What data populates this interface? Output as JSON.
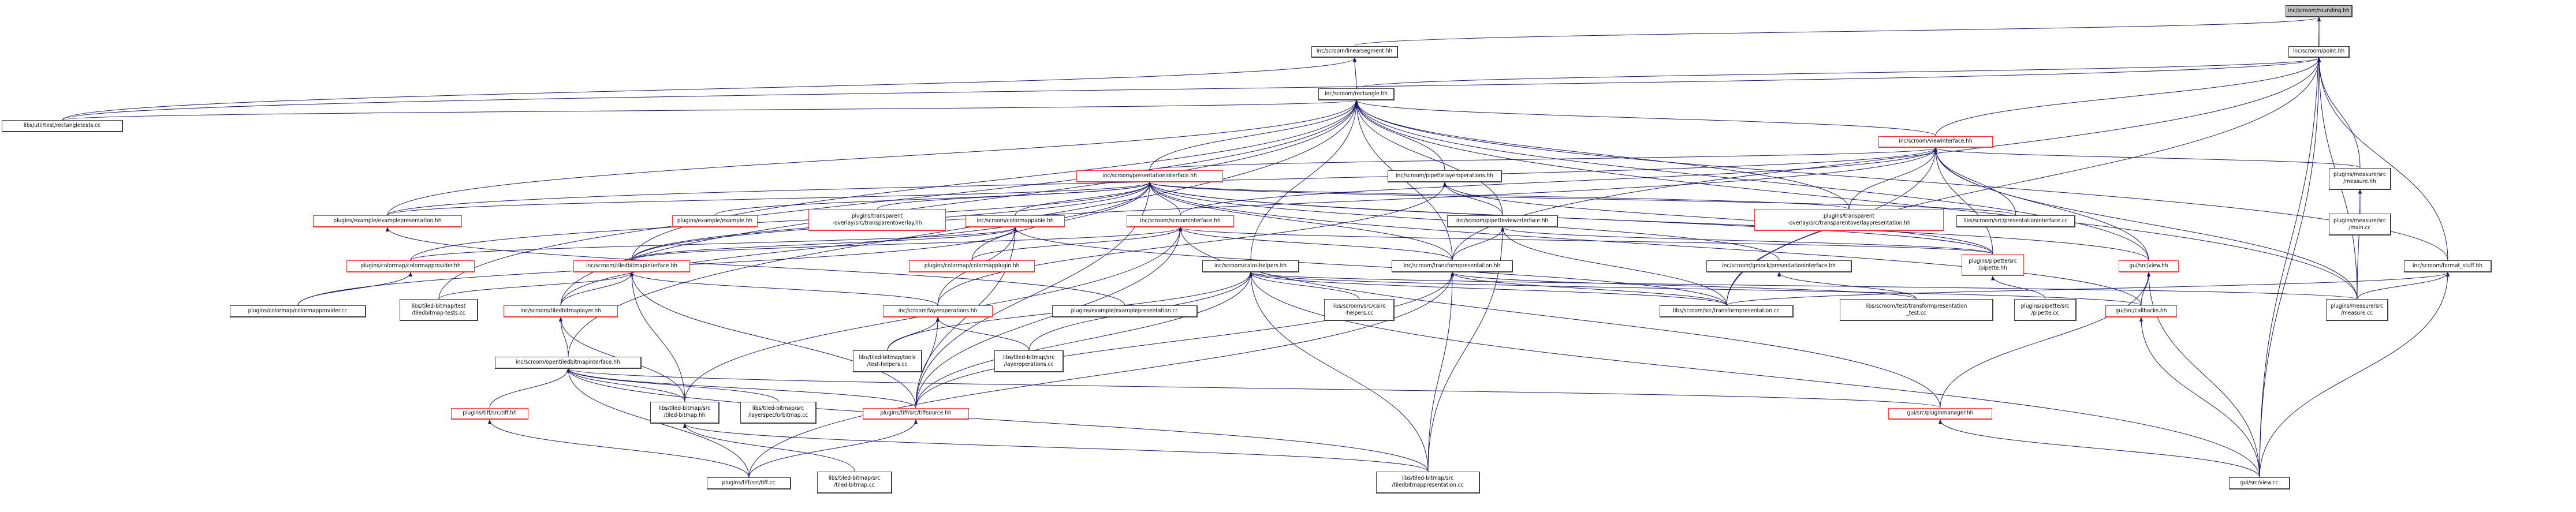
{
  "diagram": {
    "type": "include-dependency-graph",
    "edge_color": "#191970",
    "root_fill": "#bfbfbf",
    "truncated_border_color": "#ff3333",
    "normal_border_color": "#404040",
    "nodes": [
      {
        "id": "rounding",
        "label": "inc/scroom/rounding.hh",
        "style": "root"
      },
      {
        "id": "point",
        "label": "inc/scroom/point.hh",
        "style": "normal"
      },
      {
        "id": "linearsegment",
        "label": "inc/scroom/linearsegment.hh",
        "style": "normal"
      },
      {
        "id": "rectangle",
        "label": "inc/scroom/rectangle.hh",
        "style": "normal"
      },
      {
        "id": "rectangletests",
        "label": "libs/util/test/rectangletests.cc",
        "style": "normal"
      },
      {
        "id": "viewinterface",
        "label": "inc/scroom/viewinterface.hh",
        "style": "red"
      },
      {
        "id": "measure_hh",
        "label": "plugins/measure/src\n/measure.hh",
        "style": "normal"
      },
      {
        "id": "measure_main",
        "label": "plugins/measure/src\n/main.cc",
        "style": "normal"
      },
      {
        "id": "presentationinterface",
        "label": "inc/scroom/presentationinterface.hh",
        "style": "red"
      },
      {
        "id": "pipettelayeroperations",
        "label": "inc/scroom/pipettelayeroperations.hh",
        "style": "normal"
      },
      {
        "id": "examplepresentation_hh",
        "label": "plugins/example/examplepresentation.hh",
        "style": "red"
      },
      {
        "id": "example_hh",
        "label": "plugins/example/example.hh",
        "style": "red"
      },
      {
        "id": "transparentoverlay",
        "label": "plugins/transparent\n-overlay/src/transparentoverlay.hh",
        "style": "red"
      },
      {
        "id": "colormappable",
        "label": "inc/scroom/colormappable.hh",
        "style": "red"
      },
      {
        "id": "scroominterface",
        "label": "inc/scroom/scroominterface.hh",
        "style": "red"
      },
      {
        "id": "pipetteviewinterface",
        "label": "inc/scroom/pipetteviewinterface.hh",
        "style": "normal"
      },
      {
        "id": "transparentoverlaypresentation",
        "label": "plugins/transparent\n-overlay/src/transparentoverlaypresentation.hh",
        "style": "red"
      },
      {
        "id": "presentationinterface_cc",
        "label": "libs/scroom/src/presentationinterface.cc",
        "style": "normal"
      },
      {
        "id": "colormapprovider_hh",
        "label": "plugins/colormap/colormapprovider.hh",
        "style": "red"
      },
      {
        "id": "tiledbitmapinterface",
        "label": "inc/scroom/tiledbitmapinterface.hh",
        "style": "red"
      },
      {
        "id": "colormapplugin",
        "label": "plugins/colormap/colormapplugin.hh",
        "style": "red"
      },
      {
        "id": "cairohelpers",
        "label": "inc/scroom/cairo-helpers.hh",
        "style": "normal"
      },
      {
        "id": "transformpresentation",
        "label": "inc/scroom/transformpresentation.hh",
        "style": "normal"
      },
      {
        "id": "gmockpresentationinterface",
        "label": "inc/scroom/gmock/presentationinterface.hh",
        "style": "normal"
      },
      {
        "id": "pipette_hh",
        "label": "plugins/pipette/src\n/pipette.hh",
        "style": "red"
      },
      {
        "id": "view_hh",
        "label": "gui/src/view.hh",
        "style": "red"
      },
      {
        "id": "format_stuff",
        "label": "inc/scroom/format_stuff.hh",
        "style": "normal"
      },
      {
        "id": "colormapprovider_cc",
        "label": "plugins/colormap/colormapprovider.cc",
        "style": "normal"
      },
      {
        "id": "tiledbitmaptests",
        "label": "libs/tiled-bitmap/test\n/tiledbitmap-tests.cc",
        "style": "normal"
      },
      {
        "id": "tiledbitmaplayer",
        "label": "inc/scroom/tiledbitmaplayer.hh",
        "style": "red"
      },
      {
        "id": "layeroperations",
        "label": "inc/scroom/layeroperations.hh",
        "style": "red"
      },
      {
        "id": "examplepresentation_cc",
        "label": "plugins/example/examplepresentation.cc",
        "style": "normal"
      },
      {
        "id": "cairohelpers_cc",
        "label": "libs/scroom/src/cairo\n-helpers.cc",
        "style": "normal"
      },
      {
        "id": "transformpresentation_cc",
        "label": "libs/scroom/src/transformpresentation.cc",
        "style": "normal"
      },
      {
        "id": "transformpresentation_test",
        "label": "libs/scroom/test/transformpresentation\n_test.cc",
        "style": "normal"
      },
      {
        "id": "pipette_cc",
        "label": "plugins/pipette/src\n/pipette.cc",
        "style": "normal"
      },
      {
        "id": "callbacks",
        "label": "gui/src/callbacks.hh",
        "style": "red"
      },
      {
        "id": "measure_cc",
        "label": "plugins/measure/src\n/measure.cc",
        "style": "normal"
      },
      {
        "id": "testhelpers",
        "label": "libs/tiled-bitmap/tools\n/test-helpers.cc",
        "style": "normal"
      },
      {
        "id": "layeroperations_cc",
        "label": "libs/tiled-bitmap/src\n/layeroperations.cc",
        "style": "normal"
      },
      {
        "id": "opentiledbitmapinterface",
        "label": "inc/scroom/opentiledbitmapinterface.hh",
        "style": "normal"
      },
      {
        "id": "tiff_hh",
        "label": "plugins/tiff/src/tiff.hh",
        "style": "red"
      },
      {
        "id": "tiledbitmap_hh",
        "label": "libs/tiled-bitmap/src\n/tiled-bitmap.hh",
        "style": "normal"
      },
      {
        "id": "layerspecforbitmap",
        "label": "libs/tiled-bitmap/src\n/layerspecforbitmap.cc",
        "style": "normal"
      },
      {
        "id": "tiffsource",
        "label": "plugins/tiff/src/tiffsource.hh",
        "style": "red"
      },
      {
        "id": "pluginmanager",
        "label": "gui/src/pluginmanager.hh",
        "style": "red"
      },
      {
        "id": "tiff_cc",
        "label": "plugins/tiff/src/tiff.cc",
        "style": "normal"
      },
      {
        "id": "tiledbitmap_cc",
        "label": "libs/tiled-bitmap/src\n/tiled-bitmap.cc",
        "style": "normal"
      },
      {
        "id": "tiledbitmappresentation",
        "label": "libs/tiled-bitmap/src\n/tiledbitmappresentation.cc",
        "style": "normal"
      },
      {
        "id": "view_cc",
        "label": "gui/src/view.cc",
        "style": "normal"
      }
    ],
    "edges": [
      [
        "point",
        "rounding"
      ],
      [
        "linearsegment",
        "rounding"
      ],
      [
        "view_cc",
        "rounding"
      ],
      [
        "rectangle",
        "linearsegment"
      ],
      [
        "rectangletests",
        "linearsegment"
      ],
      [
        "rectangle",
        "point"
      ],
      [
        "rectangletests",
        "point"
      ],
      [
        "viewinterface",
        "point"
      ],
      [
        "measure_hh",
        "point"
      ],
      [
        "format_stuff",
        "point"
      ],
      [
        "measure_cc",
        "point"
      ],
      [
        "view_cc",
        "point"
      ],
      [
        "transformpresentation_cc",
        "point"
      ],
      [
        "transformpresentation",
        "point"
      ],
      [
        "rectangletests",
        "rectangle"
      ],
      [
        "viewinterface",
        "rectangle"
      ],
      [
        "presentationinterface",
        "rectangle"
      ],
      [
        "pipettelayeroperations",
        "rectangle"
      ],
      [
        "examplepresentation_hh",
        "rectangle"
      ],
      [
        "cairohelpers",
        "rectangle"
      ],
      [
        "transformpresentation",
        "rectangle"
      ],
      [
        "transparentoverlaypresentation",
        "rectangle"
      ],
      [
        "tiledbitmapinterface",
        "rectangle"
      ],
      [
        "opentiledbitmapinterface",
        "rectangle"
      ],
      [
        "tiledbitmaplayer",
        "rectangle"
      ],
      [
        "format_stuff",
        "rectangle"
      ],
      [
        "pipetteviewinterface",
        "rectangle"
      ],
      [
        "view_hh",
        "rectangle"
      ],
      [
        "measure_cc",
        "rectangle"
      ],
      [
        "tiledbitmaptests",
        "rectangle"
      ],
      [
        "presentationinterface",
        "viewinterface"
      ],
      [
        "measure_hh",
        "viewinterface"
      ],
      [
        "examplepresentation_hh",
        "viewinterface"
      ],
      [
        "transparentoverlaypresentation",
        "viewinterface"
      ],
      [
        "presentationinterface_cc",
        "viewinterface"
      ],
      [
        "pipette_hh",
        "viewinterface"
      ],
      [
        "view_hh",
        "viewinterface"
      ],
      [
        "scroominterface",
        "viewinterface"
      ],
      [
        "tiledbitmapinterface",
        "viewinterface"
      ],
      [
        "transformpresentation_cc",
        "viewinterface"
      ],
      [
        "measure_cc",
        "viewinterface"
      ],
      [
        "measure_main",
        "measure_hh"
      ],
      [
        "measure_cc",
        "measure_hh"
      ],
      [
        "examplepresentation_hh",
        "presentationinterface"
      ],
      [
        "example_hh",
        "presentationinterface"
      ],
      [
        "transparentoverlay",
        "presentationinterface"
      ],
      [
        "colormappable",
        "presentationinterface"
      ],
      [
        "scroominterface",
        "presentationinterface"
      ],
      [
        "transparentoverlaypresentation",
        "presentationinterface"
      ],
      [
        "presentationinterface_cc",
        "presentationinterface"
      ],
      [
        "colormapprovider_hh",
        "presentationinterface"
      ],
      [
        "tiledbitmapinterface",
        "presentationinterface"
      ],
      [
        "colormapplugin",
        "presentationinterface"
      ],
      [
        "transformpresentation",
        "presentationinterface"
      ],
      [
        "gmockpresentationinterface",
        "presentationinterface"
      ],
      [
        "pipette_hh",
        "presentationinterface"
      ],
      [
        "view_hh",
        "presentationinterface"
      ],
      [
        "callbacks",
        "presentationinterface"
      ],
      [
        "tiledbitmaplayer",
        "presentationinterface"
      ],
      [
        "tiffsource",
        "presentationinterface"
      ],
      [
        "pipetteviewinterface",
        "pipettelayeroperations"
      ],
      [
        "layeroperations",
        "pipettelayeroperations"
      ],
      [
        "pipette_hh",
        "pipettelayeroperations"
      ],
      [
        "examplepresentation_cc",
        "examplepresentation_hh"
      ],
      [
        "colormapprovider_hh",
        "colormappable"
      ],
      [
        "tiledbitmapinterface",
        "colormappable"
      ],
      [
        "colormapprovider_cc",
        "colormappable"
      ],
      [
        "layeroperations",
        "colormappable"
      ],
      [
        "tiffsource",
        "colormappable"
      ],
      [
        "transformpresentation_cc",
        "colormappable"
      ],
      [
        "colormapplugin",
        "scroominterface"
      ],
      [
        "tiledbitmapinterface",
        "scroominterface"
      ],
      [
        "pluginmanager",
        "scroominterface"
      ],
      [
        "tiffsource",
        "scroominterface"
      ],
      [
        "tiledbitmap_hh",
        "scroominterface"
      ],
      [
        "transformpresentation",
        "scroominterface"
      ],
      [
        "pipette_hh",
        "scroominterface"
      ],
      [
        "transformpresentation",
        "pipetteviewinterface"
      ],
      [
        "pipette_hh",
        "pipetteviewinterface"
      ],
      [
        "transformpresentation_cc",
        "pipetteviewinterface"
      ],
      [
        "tiledbitmappresentation",
        "pipetteviewinterface"
      ],
      [
        "colormapprovider_cc",
        "colormapprovider_hh"
      ],
      [
        "tiledbitmaplayer",
        "tiledbitmapinterface"
      ],
      [
        "tiledbitmaptests",
        "tiledbitmapinterface"
      ],
      [
        "layeroperations",
        "tiledbitmapinterface"
      ],
      [
        "tiledbitmap_hh",
        "tiledbitmapinterface"
      ],
      [
        "tiffsource",
        "tiledbitmapinterface"
      ],
      [
        "cairohelpers_cc",
        "cairohelpers"
      ],
      [
        "testhelpers",
        "cairohelpers"
      ],
      [
        "layeroperations_cc",
        "cairohelpers"
      ],
      [
        "tiledbitmappresentation",
        "cairohelpers"
      ],
      [
        "tiffsource",
        "cairohelpers"
      ],
      [
        "transformpresentation_cc",
        "cairohelpers"
      ],
      [
        "view_cc",
        "cairohelpers"
      ],
      [
        "measure_cc",
        "cairohelpers"
      ],
      [
        "callbacks",
        "cairohelpers"
      ],
      [
        "transformpresentation_cc",
        "transformpresentation"
      ],
      [
        "transformpresentation_test",
        "transformpresentation"
      ],
      [
        "tiledbitmappresentation",
        "transformpresentation"
      ],
      [
        "tiffsource",
        "transformpresentation"
      ],
      [
        "tiff_cc",
        "transformpresentation"
      ],
      [
        "transformpresentation_test",
        "gmockpresentationinterface"
      ],
      [
        "pipette_cc",
        "pipette_hh"
      ],
      [
        "callbacks",
        "view_hh"
      ],
      [
        "view_cc",
        "view_hh"
      ],
      [
        "pluginmanager",
        "view_hh"
      ],
      [
        "measure_cc",
        "format_stuff"
      ],
      [
        "view_cc",
        "format_stuff"
      ],
      [
        "transformpresentation_cc",
        "format_stuff"
      ],
      [
        "opentiledbitmapinterface",
        "tiledbitmaplayer"
      ],
      [
        "tiledbitmap_hh",
        "tiledbitmaplayer"
      ],
      [
        "testhelpers",
        "layeroperations"
      ],
      [
        "layeroperations_cc",
        "layeroperations"
      ],
      [
        "tiffsource",
        "layeroperations"
      ],
      [
        "tiff_hh",
        "opentiledbitmapinterface"
      ],
      [
        "tiledbitmap_hh",
        "opentiledbitmapinterface"
      ],
      [
        "layerspecforbitmap",
        "opentiledbitmapinterface"
      ],
      [
        "tiffsource",
        "opentiledbitmapinterface"
      ],
      [
        "pluginmanager",
        "opentiledbitmapinterface"
      ],
      [
        "tiff_cc",
        "opentiledbitmapinterface"
      ],
      [
        "tiledbitmappresentation",
        "opentiledbitmapinterface"
      ],
      [
        "tiff_cc",
        "tiff_hh"
      ],
      [
        "tiledbitmap_cc",
        "tiledbitmap_hh"
      ],
      [
        "tiledbitmappresentation",
        "tiledbitmap_hh"
      ],
      [
        "tiff_cc",
        "tiffsource"
      ],
      [
        "view_cc",
        "pluginmanager"
      ],
      [
        "view_cc",
        "callbacks"
      ]
    ]
  }
}
